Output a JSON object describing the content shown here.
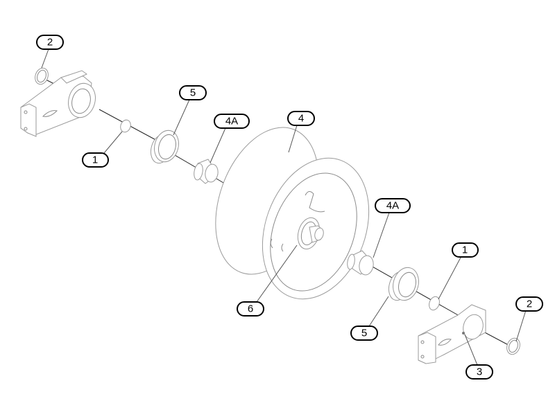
{
  "diagram": {
    "title": "Idler wheel assembly exploded view",
    "callouts": [
      {
        "id": "2-left",
        "label": "2"
      },
      {
        "id": "5-top",
        "label": "5"
      },
      {
        "id": "4A-top",
        "label": "4A"
      },
      {
        "id": "4",
        "label": "4"
      },
      {
        "id": "1-left",
        "label": "1"
      },
      {
        "id": "4A-right",
        "label": "4A"
      },
      {
        "id": "1-right",
        "label": "1"
      },
      {
        "id": "6",
        "label": "6"
      },
      {
        "id": "2-right",
        "label": "2"
      },
      {
        "id": "5-bottom",
        "label": "5"
      },
      {
        "id": "3",
        "label": "3"
      }
    ]
  }
}
